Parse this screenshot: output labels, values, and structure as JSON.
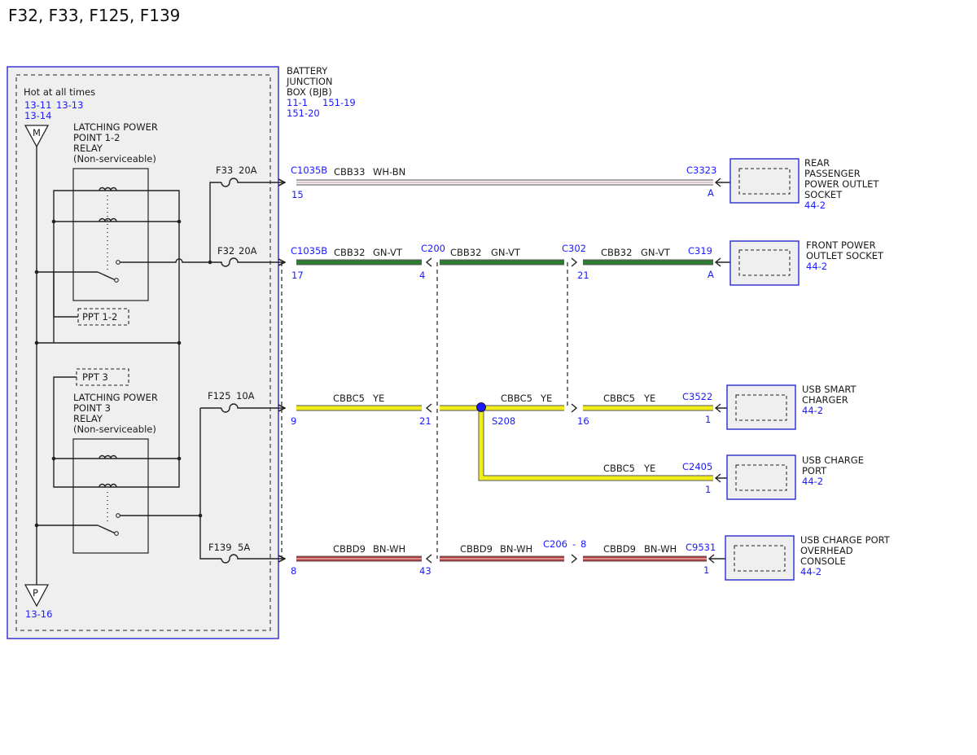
{
  "page_title": "F32, F33, F125, F139",
  "colors": {
    "ref_blue": "#1a1aff",
    "box_blue": "#2a2ad0",
    "panel_fill": "#efefef",
    "wire_wh_bn": "#f4f4f4",
    "wire_gn_vt": "#2e7d32",
    "wire_ye": "#f2ee1a",
    "wire_bn_wh": "#b33a3a",
    "splice": "#1a1aff"
  },
  "bjb": {
    "name": [
      "BATTERY",
      "JUNCTION",
      "BOX (BJB)"
    ],
    "refs_row1": [
      "11-1",
      "151-19"
    ],
    "refs_row2": "151-20",
    "hot_label": "Hot at all times",
    "hot_refs_row1": [
      "13-11",
      "13-13"
    ],
    "hot_refs_row2": "13-14",
    "bus_top_label": "M",
    "bus_bottom_label": "P",
    "bus_bottom_ref": "13-16"
  },
  "relays": [
    {
      "lines": [
        "LATCHING POWER",
        "POINT 1-2",
        "RELAY",
        "(Non-serviceable)"
      ],
      "tag": "PPT 1-2"
    },
    {
      "lines": [
        "LATCHING POWER",
        "POINT 3",
        "RELAY",
        "(Non-serviceable)"
      ],
      "tag": "PPT 3"
    }
  ],
  "fuses": [
    {
      "name": "F33",
      "rating": "20A"
    },
    {
      "name": "F32",
      "rating": "20A"
    },
    {
      "name": "F125",
      "rating": "10A"
    },
    {
      "name": "F139",
      "rating": "5A"
    }
  ],
  "circuits": [
    {
      "segments": [
        {
          "circuit": "CBB33",
          "color_code": "WH-BN"
        }
      ],
      "connectors": [
        {
          "name": "C1035B",
          "pin": "15"
        },
        {
          "name": "C3323",
          "pin": "A"
        }
      ],
      "load": {
        "lines": [
          "REAR",
          "PASSENGER",
          "POWER OUTLET",
          "SOCKET"
        ],
        "ref": "44-2"
      }
    },
    {
      "segments": [
        {
          "circuit": "CBB32",
          "color_code": "GN-VT"
        },
        {
          "circuit": "CBB32",
          "color_code": "GN-VT"
        },
        {
          "circuit": "CBB32",
          "color_code": "GN-VT"
        }
      ],
      "connectors": [
        {
          "name": "C1035B",
          "pin": "17"
        },
        {
          "name": "C200",
          "pin": "4"
        },
        {
          "name": "C302",
          "pin": "21"
        },
        {
          "name": "C319",
          "pin": "A"
        }
      ],
      "load": {
        "lines": [
          "FRONT POWER",
          "OUTLET SOCKET"
        ],
        "ref": "44-2"
      }
    },
    {
      "segments": [
        {
          "circuit": "CBBC5",
          "color_code": "YE"
        },
        {
          "circuit": "CBBC5",
          "color_code": "YE"
        },
        {
          "circuit": "CBBC5",
          "color_code": "YE"
        }
      ],
      "connectors": [
        {
          "name": "",
          "pin": "9"
        },
        {
          "name": "",
          "pin": "21"
        },
        {
          "name": "",
          "pin": "16"
        },
        {
          "name": "C3522",
          "pin": "1"
        }
      ],
      "splice": "S208",
      "load": {
        "lines": [
          "USB SMART",
          "CHARGER"
        ],
        "ref": "44-2"
      }
    },
    {
      "segments": [
        {
          "circuit": "CBBC5",
          "color_code": "YE"
        }
      ],
      "connectors": [
        {
          "name": "C2405",
          "pin": "1"
        }
      ],
      "load": {
        "lines": [
          "USB CHARGE",
          "PORT"
        ],
        "ref": "44-2"
      }
    },
    {
      "segments": [
        {
          "circuit": "CBBD9",
          "color_code": "BN-WH"
        },
        {
          "circuit": "CBBD9",
          "color_code": "BN-WH"
        },
        {
          "circuit": "CBBD9",
          "color_code": "BN-WH"
        }
      ],
      "connectors": [
        {
          "name": "",
          "pin": "8"
        },
        {
          "name": "",
          "pin": "43"
        },
        {
          "name": "C206",
          "pin": "8"
        },
        {
          "name": "C9531",
          "pin": "1"
        }
      ],
      "load": {
        "lines": [
          "USB CHARGE PORT",
          "OVERHEAD",
          "CONSOLE"
        ],
        "ref": "44-2"
      }
    }
  ]
}
